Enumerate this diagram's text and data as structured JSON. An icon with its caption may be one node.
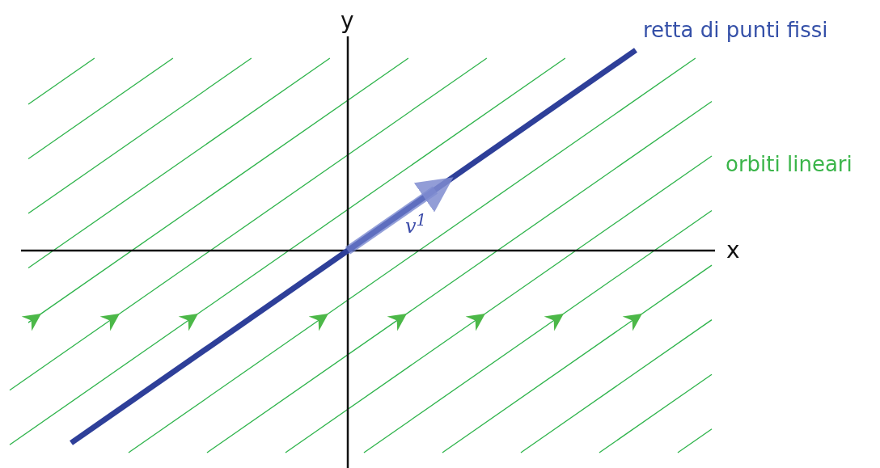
{
  "diagram": {
    "labels": [
      "y",
      "retta di punti fissi",
      "orbiti lineari",
      "v$^{1}$",
      "x"
    ]
  }
}
